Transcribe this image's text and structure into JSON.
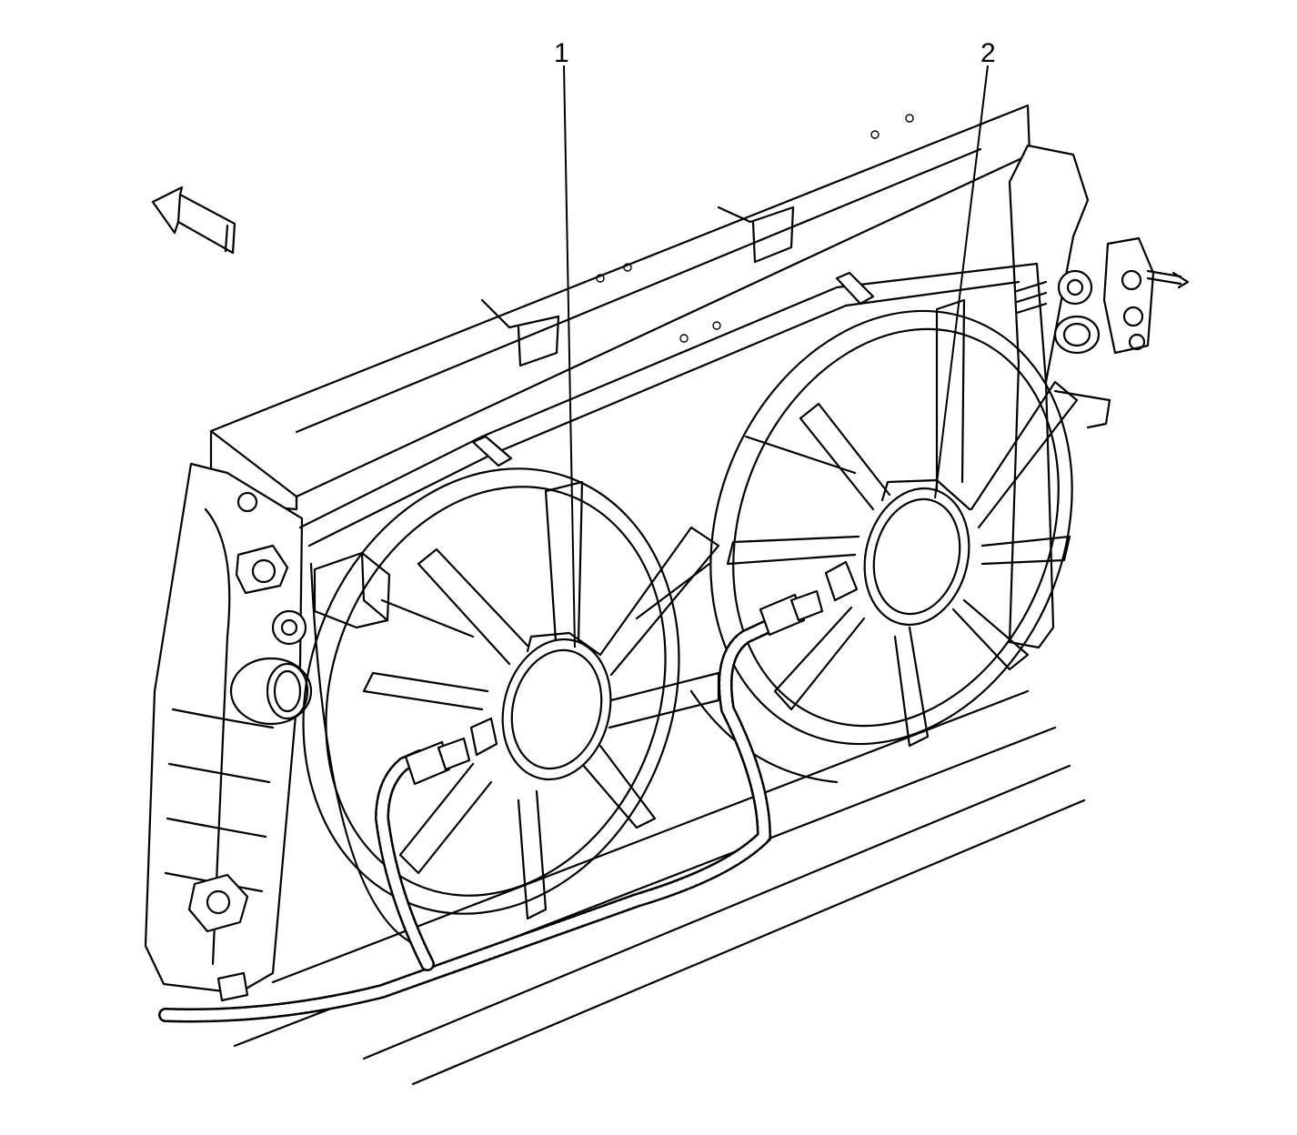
{
  "callouts": [
    {
      "id": "callout-1",
      "label": "1"
    },
    {
      "id": "callout-2",
      "label": "2"
    }
  ],
  "icons": {
    "direction_arrow": "front-direction-arrow-icon"
  },
  "colors": {
    "line": "#000000",
    "background": "#ffffff"
  }
}
